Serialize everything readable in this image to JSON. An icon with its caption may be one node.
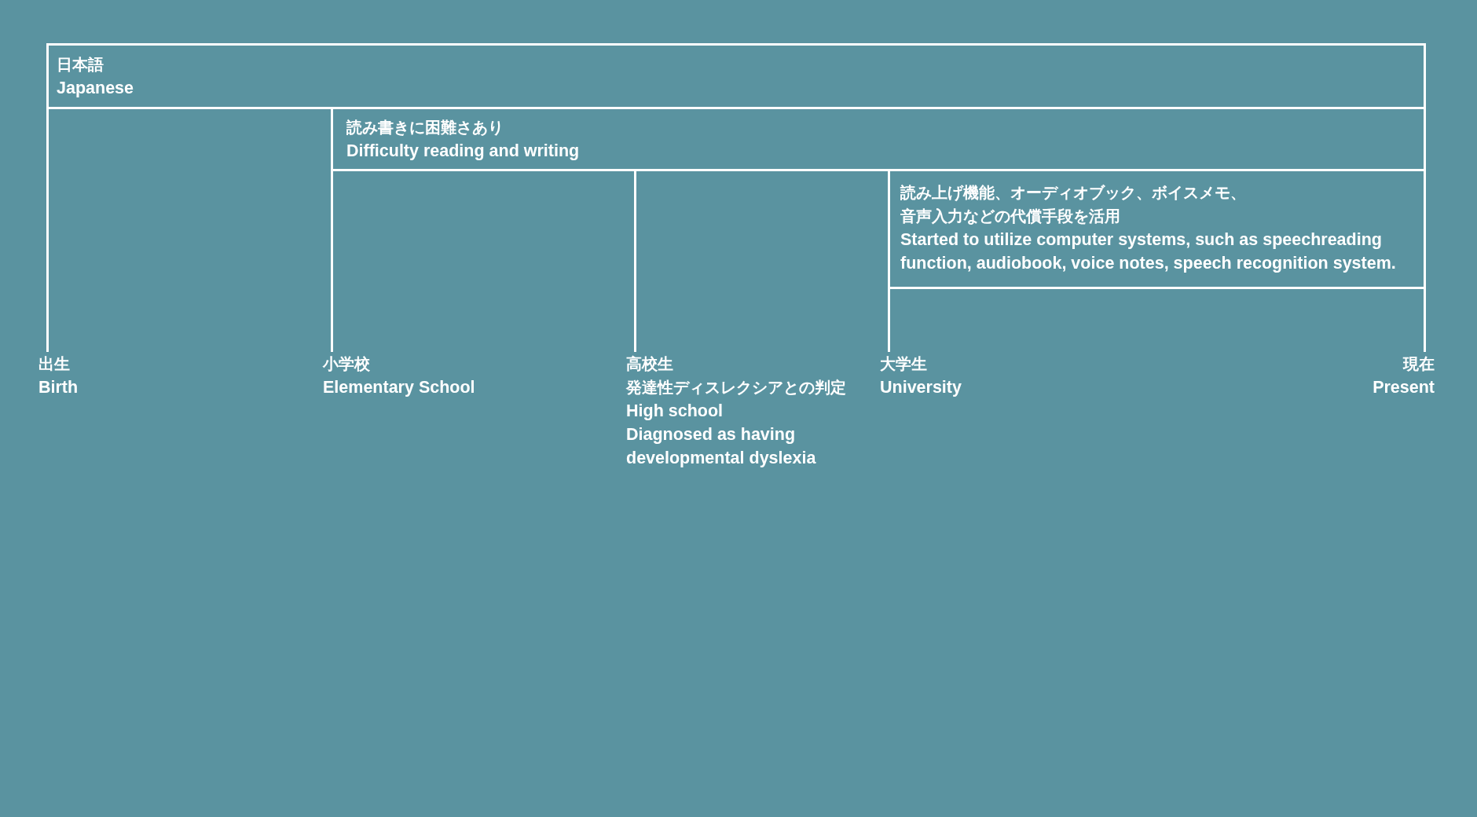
{
  "diagram": {
    "nodes": [
      {
        "text": [
          "日本語",
          "Japanese"
        ]
      },
      {
        "text": [
          "読み書きに困難さあり",
          "Difficulty reading and writing"
        ]
      },
      {
        "text": [
          "読み上げ機能、オーディオブック、ボイスメモ、音声入力などの代償手段を活用",
          "Started to utilize computer systems, such as speechreading function, audiobook, voice notes, speech recognition system."
        ]
      },
      {
        "text": [
          "出生",
          "Birth"
        ]
      },
      {
        "text": [
          "小学校",
          "Elementary School"
        ]
      },
      {
        "text": [
          "高校生",
          "発達性ディスレクシアとの判定",
          "High school",
          "Diagnosed as having developmental dyslexia"
        ]
      },
      {
        "text": [
          "大学生",
          "University"
        ]
      },
      {
        "text": [
          "現在",
          "Present"
        ]
      }
    ],
    "edges": [
      {
        "from": 0,
        "to": 3,
        "arrow": "none"
      },
      {
        "from": 1,
        "to": 4,
        "arrow": "none"
      },
      {
        "from": 1,
        "to": 5,
        "arrow": "none"
      },
      {
        "from": 2,
        "to": 6,
        "arrow": "none"
      },
      {
        "from": 2,
        "to": 7,
        "arrow": "none"
      }
    ]
  }
}
